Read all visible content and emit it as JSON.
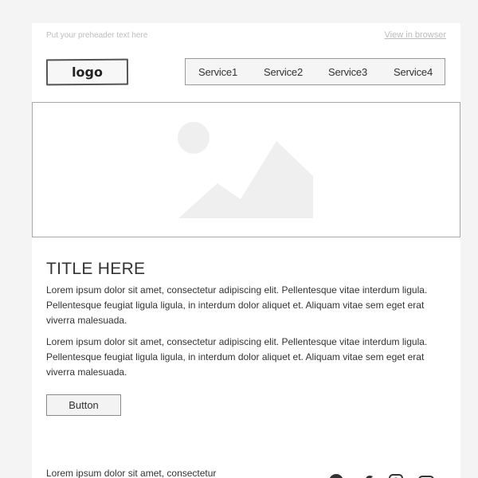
{
  "header": {
    "preheader": "Put your preheader text here",
    "view_in_browser": "View in browser",
    "logo": "logo"
  },
  "nav": {
    "items": [
      {
        "label": "Service1"
      },
      {
        "label": "Service2"
      },
      {
        "label": "Service3"
      },
      {
        "label": "Service4"
      }
    ]
  },
  "hero": {
    "image": "image-placeholder-icon"
  },
  "content": {
    "title": "TITLE HERE",
    "paragraphs": [
      "Lorem ipsum dolor sit amet, consectetur adipiscing elit. Pellentesque vitae interdum ligula. Pellentesque feugiat ligula ligula, in interdum dolor aliquet et. Aliquam vitae sem eget erat viverra malesuada.",
      "Lorem ipsum dolor sit amet, consectetur adipiscing elit. Pellentesque vitae interdum ligula. Pellentesque feugiat ligula ligula, in interdum dolor aliquet et. Aliquam vitae sem eget erat viverra malesuada."
    ],
    "button": "Button"
  },
  "footer": {
    "text": "Lorem ipsum dolor sit amet, consectetur",
    "social_icons": [
      "facebook-icon",
      "twitter-icon",
      "instagram-icon",
      "youtube-icon"
    ]
  },
  "colors": {
    "page_bg": "#f4f4f4",
    "card_bg": "#ffffff",
    "text": "#333333",
    "muted": "#bcbcbc",
    "placeholder": "#efefef"
  }
}
